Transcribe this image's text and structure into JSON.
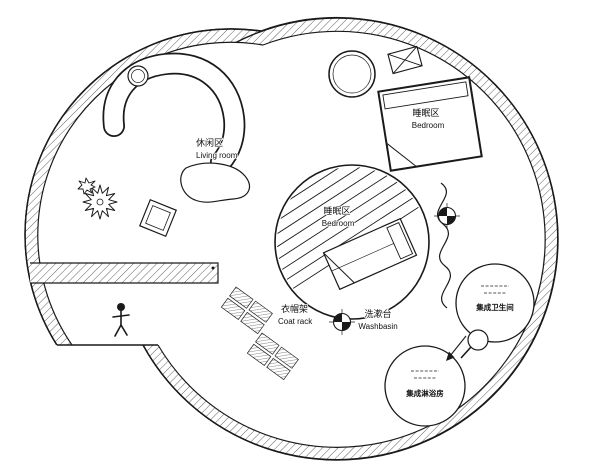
{
  "plan": {
    "colors": {
      "background": "#ffffff",
      "line": "#1a1a1a",
      "hatch": "#3a3a3a"
    },
    "labels": {
      "living": {
        "zh": "休闲区",
        "en": "Living room"
      },
      "bedroom_loft": {
        "zh": "睡眠区",
        "en": "Bedroom"
      },
      "bedroom_center": {
        "zh": "睡眠区",
        "en": "Bedroom"
      },
      "coat_rack": {
        "zh": "衣帽架",
        "en": "Coat rack"
      },
      "washbasin": {
        "zh": "洗漱台",
        "en": "Washbasin"
      },
      "bathroom_unit": {
        "zh": "集成卫生间"
      },
      "shower_unit": {
        "zh": "集成淋浴房"
      }
    },
    "symbols": [
      "curved-sofa",
      "coffee-table",
      "stool",
      "plant",
      "person",
      "double-bed",
      "pod-bed",
      "round-table",
      "window-box",
      "curtain-squiggle",
      "datum-point",
      "coat-rack-blocks",
      "washbasin-mirror",
      "direction-arrow"
    ]
  }
}
